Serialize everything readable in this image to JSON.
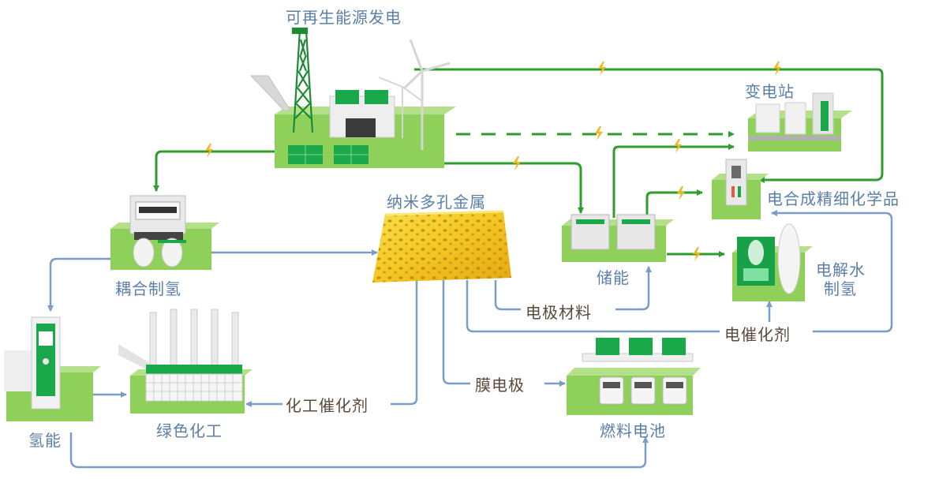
{
  "labels": {
    "renewable_power": "可再生能源发电",
    "substation": "变电站",
    "electro_chemicals": "电合成精细化学品",
    "nano_metal": "纳米多孔金属",
    "coupled_h2": "耦合制氢",
    "storage": "储能",
    "electrolysis_line1": "电解水",
    "electrolysis_line2": "制氢",
    "electrode_material": "电极材料",
    "electrocatalyst": "电催化剂",
    "membrane_electrode": "膜电极",
    "fuel_cell": "燃料电池",
    "chem_catalyst": "化工催化剂",
    "hydrogen_energy": "氢能",
    "green_chemical": "绿色化工"
  },
  "colors": {
    "green_flow": "#2e9d2e",
    "blue_flow": "#7a9cc6",
    "base_green": "#8fd05a",
    "panel_green": "#1aa84a",
    "label_blue": "#5a7fa8",
    "label_brown": "#5a4a3a",
    "bolt": "#f2b51c"
  },
  "icons": [
    "lightning-bolt-icon",
    "wind-turbine-icon",
    "transmission-tower-icon",
    "solar-panel-icon",
    "battery-icon",
    "fuel-truck-icon",
    "factory-chimney-icon",
    "hydrogen-dispenser-icon",
    "storage-tank-icon"
  ]
}
